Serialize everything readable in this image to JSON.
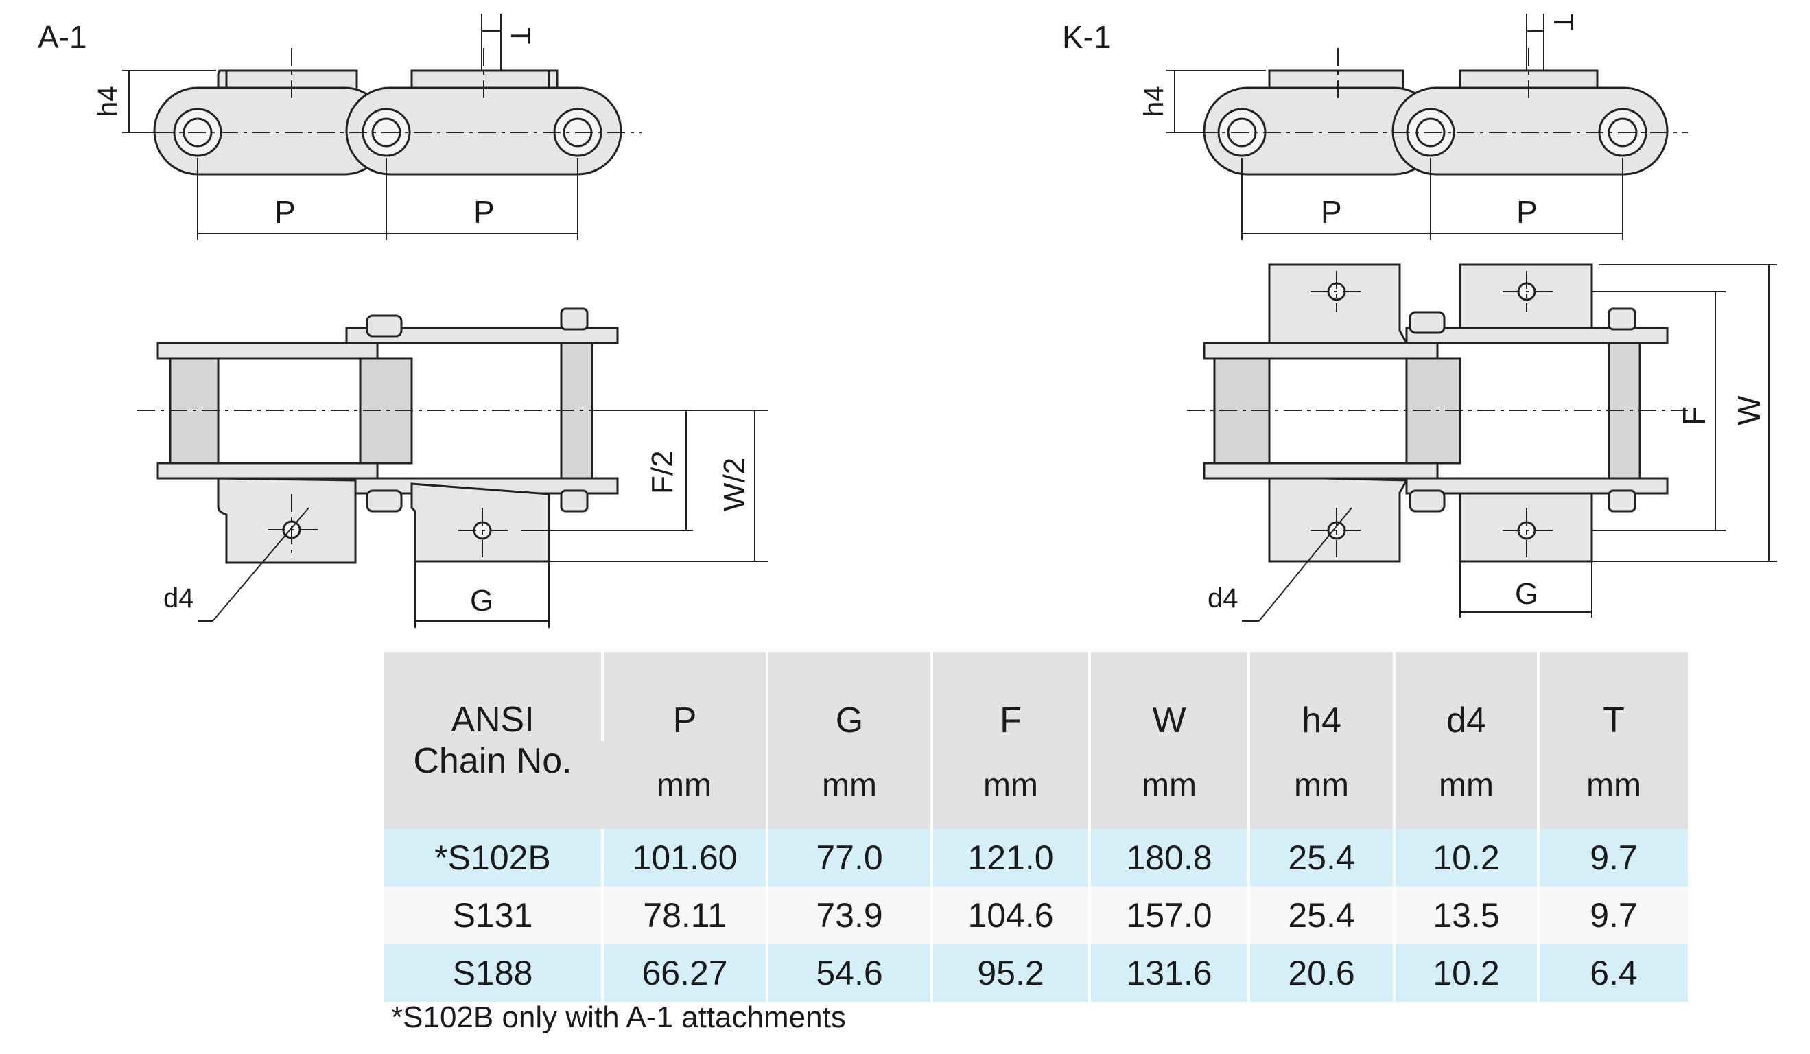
{
  "views": {
    "a1": {
      "label": "A-1",
      "dims": {
        "h4": "h4",
        "T": "T",
        "P1": "P",
        "P2": "P",
        "F_half": "F/2",
        "W_half": "W/2",
        "d4": "d4",
        "G": "G"
      }
    },
    "k1": {
      "label": "K-1",
      "dims": {
        "h4": "h4",
        "T": "T",
        "P1": "P",
        "P2": "P",
        "F": "F",
        "W": "W",
        "d4": "d4",
        "G": "G"
      }
    }
  },
  "table": {
    "header_col": [
      "ANSI",
      "Chain No."
    ],
    "columns": [
      {
        "name": "P",
        "unit": "mm"
      },
      {
        "name": "G",
        "unit": "mm"
      },
      {
        "name": "F",
        "unit": "mm"
      },
      {
        "name": "W",
        "unit": "mm"
      },
      {
        "name": "h4",
        "unit": "mm"
      },
      {
        "name": "d4",
        "unit": "mm"
      },
      {
        "name": "T",
        "unit": "mm"
      }
    ],
    "rows": [
      {
        "chain": "*S102B",
        "values": [
          "101.60",
          "77.0",
          "121.0",
          "180.8",
          "25.4",
          "10.2",
          "9.7"
        ]
      },
      {
        "chain": "S131",
        "values": [
          "78.11",
          "73.9",
          "104.6",
          "157.0",
          "25.4",
          "13.5",
          "9.7"
        ]
      },
      {
        "chain": "S188",
        "values": [
          "66.27",
          "54.6",
          "95.2",
          "131.6",
          "20.6",
          "10.2",
          "6.4"
        ]
      }
    ]
  },
  "footnote": "*S102B only with A-1 attachments"
}
